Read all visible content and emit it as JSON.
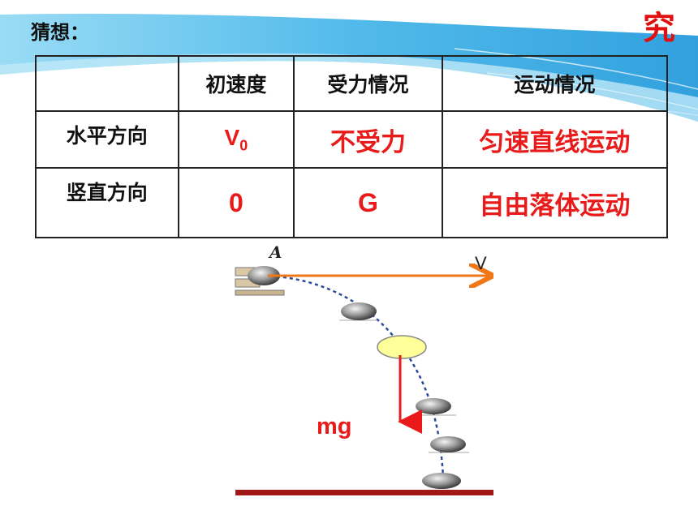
{
  "heading": {
    "guess_label": "猜想：",
    "corner_char": "究"
  },
  "table": {
    "headers": [
      "",
      "初速度",
      "受力情况",
      "运动情况"
    ],
    "rows": [
      {
        "label": "水平方向",
        "initial_velocity": "V",
        "initial_velocity_sub": "0",
        "force": "不受力",
        "motion": "匀速直线运动"
      },
      {
        "label": "竖直方向",
        "initial_velocity": "0",
        "force": "G",
        "motion": "自由落体运动"
      }
    ]
  },
  "figure": {
    "point_label": "A",
    "velocity_label": "V",
    "force_label": "mg"
  },
  "colors": {
    "accent_red": "#e81a1a",
    "band_blue": "#3fb3e8",
    "vector_orange": "#f07818",
    "ground": "#a01818"
  }
}
